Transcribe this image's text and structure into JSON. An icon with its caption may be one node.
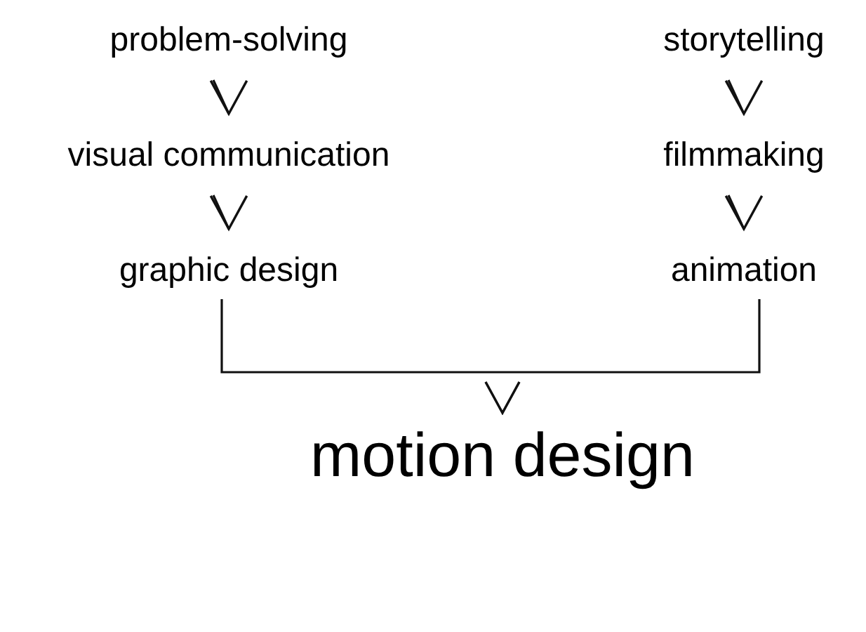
{
  "diagram": {
    "nodes": [
      {
        "text": [
          "problem-solving"
        ]
      },
      {
        "text": [
          "storytelling"
        ]
      },
      {
        "text": [
          "visual communication"
        ]
      },
      {
        "text": [
          "filmmaking"
        ]
      },
      {
        "text": [
          "graphic design"
        ]
      },
      {
        "text": [
          "animation"
        ]
      },
      {
        "text": [
          "motion design"
        ]
      }
    ],
    "edges": [
      {
        "from": 0,
        "to": 2,
        "arrow": "to"
      },
      {
        "from": 1,
        "to": 3,
        "arrow": "to"
      },
      {
        "from": 2,
        "to": 4,
        "arrow": "to"
      },
      {
        "from": 3,
        "to": 5,
        "arrow": "to"
      },
      {
        "from": 4,
        "to": 6,
        "arrow": "to"
      },
      {
        "from": 5,
        "to": 6,
        "arrow": "to"
      }
    ]
  }
}
